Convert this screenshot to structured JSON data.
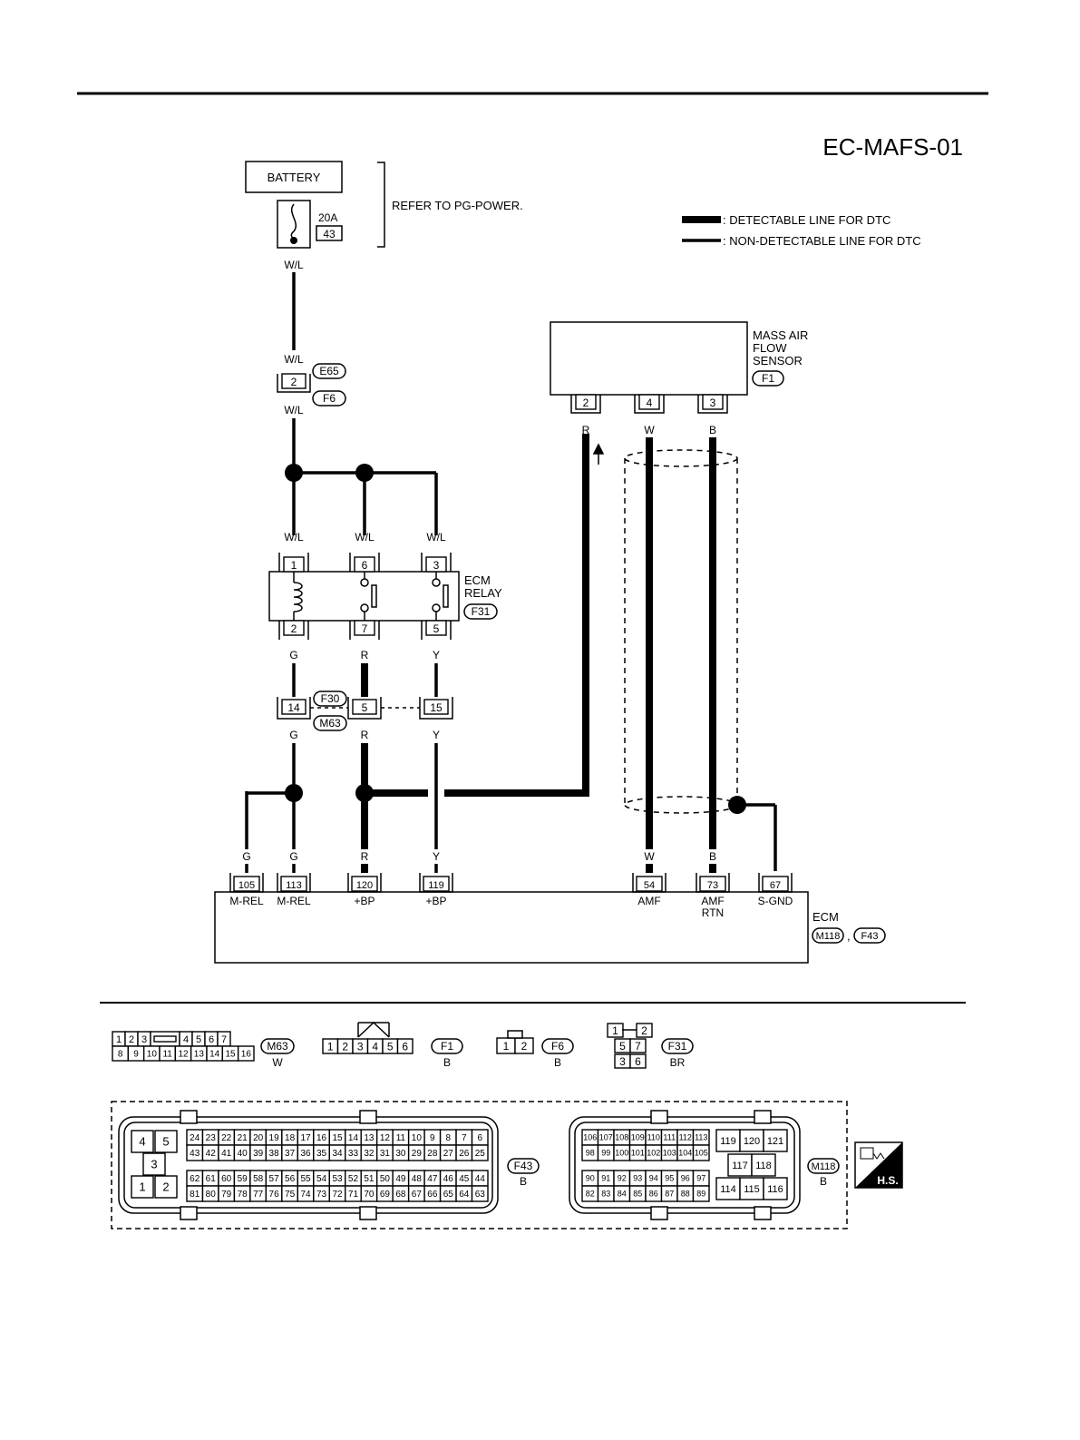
{
  "diagram_id": "EC-MAFS-01",
  "refer_note": "REFER TO PG-POWER.",
  "legend": {
    "detectable": ": DETECTABLE LINE FOR DTC",
    "non_detectable": ": NON-DETECTABLE LINE FOR DTC"
  },
  "battery": {
    "label": "BATTERY",
    "fuse_rating": "20A",
    "fuse_number": "43"
  },
  "wire_colors": {
    "wl": "W/L",
    "g": "G",
    "r": "R",
    "y": "Y",
    "w": "W",
    "b": "B"
  },
  "connector_e65": {
    "id": "E65",
    "id2": "F6",
    "pin": "2"
  },
  "ecm_relay": {
    "label_line1": "ECM",
    "label_line2": "RELAY",
    "connector": "F31",
    "pins_top": [
      "1",
      "6",
      "3"
    ],
    "pins_bottom": [
      "2",
      "7",
      "5"
    ]
  },
  "connector_f30": {
    "id": "F30",
    "id2": "M63",
    "pins": [
      "14",
      "5",
      "15"
    ]
  },
  "maf_sensor": {
    "label_line1": "MASS AIR",
    "label_line2": "FLOW",
    "label_line3": "SENSOR",
    "connector": "F1",
    "pins": [
      "2",
      "4",
      "3"
    ]
  },
  "ecm": {
    "label": "ECM",
    "connector1": "M118",
    "separator": ",",
    "connector2": "F43",
    "terminals": [
      {
        "pin": "105",
        "name": "M-REL"
      },
      {
        "pin": "113",
        "name": "M-REL"
      },
      {
        "pin": "120",
        "name": "+BP"
      },
      {
        "pin": "119",
        "name": "+BP"
      },
      {
        "pin": "54",
        "name": "AMF"
      },
      {
        "pin": "73",
        "name": "AMF",
        "name2": "RTN"
      },
      {
        "pin": "67",
        "name": "S-GND"
      }
    ]
  },
  "connector_views": {
    "m63": {
      "id": "M63",
      "color": "W",
      "row1": [
        "1",
        "2",
        "3",
        "",
        "4",
        "5",
        "6",
        "7"
      ],
      "row2": [
        "8",
        "9",
        "10",
        "11",
        "12",
        "13",
        "14",
        "15",
        "16"
      ]
    },
    "f1": {
      "id": "F1",
      "color": "B",
      "pins": [
        "1",
        "2",
        "3",
        "4",
        "5",
        "6"
      ]
    },
    "f6": {
      "id": "F6",
      "color": "B",
      "pins": [
        "1",
        "2"
      ]
    },
    "f31": {
      "id": "F31",
      "color": "BR",
      "pins": [
        "1",
        "2",
        "5",
        "7",
        "3",
        "6"
      ]
    },
    "f43": {
      "id": "F43",
      "color": "B",
      "left_block": [
        "4",
        "5",
        "3",
        "1",
        "2"
      ],
      "row1": [
        "24",
        "23",
        "22",
        "21",
        "20",
        "19",
        "18",
        "17",
        "16",
        "15",
        "14",
        "13",
        "12",
        "11",
        "10",
        "9",
        "8",
        "7",
        "6"
      ],
      "row2": [
        "43",
        "42",
        "41",
        "40",
        "39",
        "38",
        "37",
        "36",
        "35",
        "34",
        "33",
        "32",
        "31",
        "30",
        "29",
        "28",
        "27",
        "26",
        "25"
      ],
      "row3": [
        "62",
        "61",
        "60",
        "59",
        "58",
        "57",
        "56",
        "55",
        "54",
        "53",
        "52",
        "51",
        "50",
        "49",
        "48",
        "47",
        "46",
        "45",
        "44"
      ],
      "row4": [
        "81",
        "80",
        "79",
        "78",
        "77",
        "76",
        "75",
        "74",
        "73",
        "72",
        "71",
        "70",
        "69",
        "68",
        "67",
        "66",
        "65",
        "64",
        "63"
      ]
    },
    "m118": {
      "id": "M118",
      "color": "B",
      "row1": [
        "106",
        "107",
        "108",
        "109",
        "110",
        "111",
        "112",
        "113"
      ],
      "row2": [
        "98",
        "99",
        "100",
        "101",
        "102",
        "103",
        "104",
        "105"
      ],
      "row3": [
        "90",
        "91",
        "92",
        "93",
        "94",
        "95",
        "96",
        "97"
      ],
      "row4": [
        "82",
        "83",
        "84",
        "85",
        "86",
        "87",
        "88",
        "89"
      ],
      "right_row1": [
        "119",
        "120",
        "121"
      ],
      "right_row2": [
        "117",
        "118"
      ],
      "right_row3": [
        "114",
        "115",
        "116"
      ]
    },
    "hs_label": "H.S."
  }
}
